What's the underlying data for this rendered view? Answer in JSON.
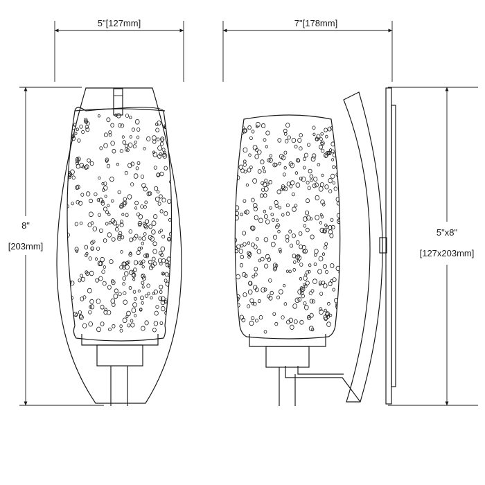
{
  "dimensions": {
    "front_width": "5\"[127mm]",
    "side_depth": "7\"[178mm]",
    "height_inches": "8\"",
    "height_mm": "[203mm]",
    "backplate_size": "5\"x8\"",
    "backplate_size_mm": "[127x203mm]"
  },
  "colors": {
    "line": "#1a1a1a",
    "background": "#ffffff"
  }
}
